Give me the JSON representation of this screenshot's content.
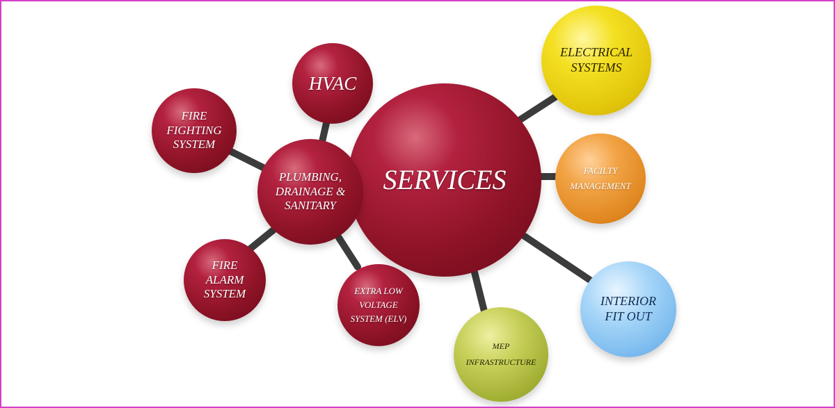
{
  "diagram": {
    "center": {
      "label": "SERVICES"
    },
    "nodes": {
      "hvac": "HVAC",
      "fire_fighting": "FIRE FIGHTING SYSTEM",
      "plumbing": "PLUMBING, DRAINAGE & SANITARY",
      "fire_alarm": "FIRE ALARM SYSTEM",
      "elv": "EXTRA LOW VOLTAGE SYSTEM (ELV)",
      "mep": "MEP INFRASTRUCTURE",
      "electrical": "ELECTRICAL SYSTEMS",
      "facility": "FACILTY MANAGEMENT",
      "interior": "INTERIOR FIT OUT"
    },
    "colors": {
      "red": "#9b1a2e",
      "yellow": "#f2dc1e",
      "orange": "#ec9a36",
      "blue": "#8cc6f2",
      "green": "#b5c142",
      "connector": "#3c3c3c",
      "border": "#d43fc8"
    }
  }
}
